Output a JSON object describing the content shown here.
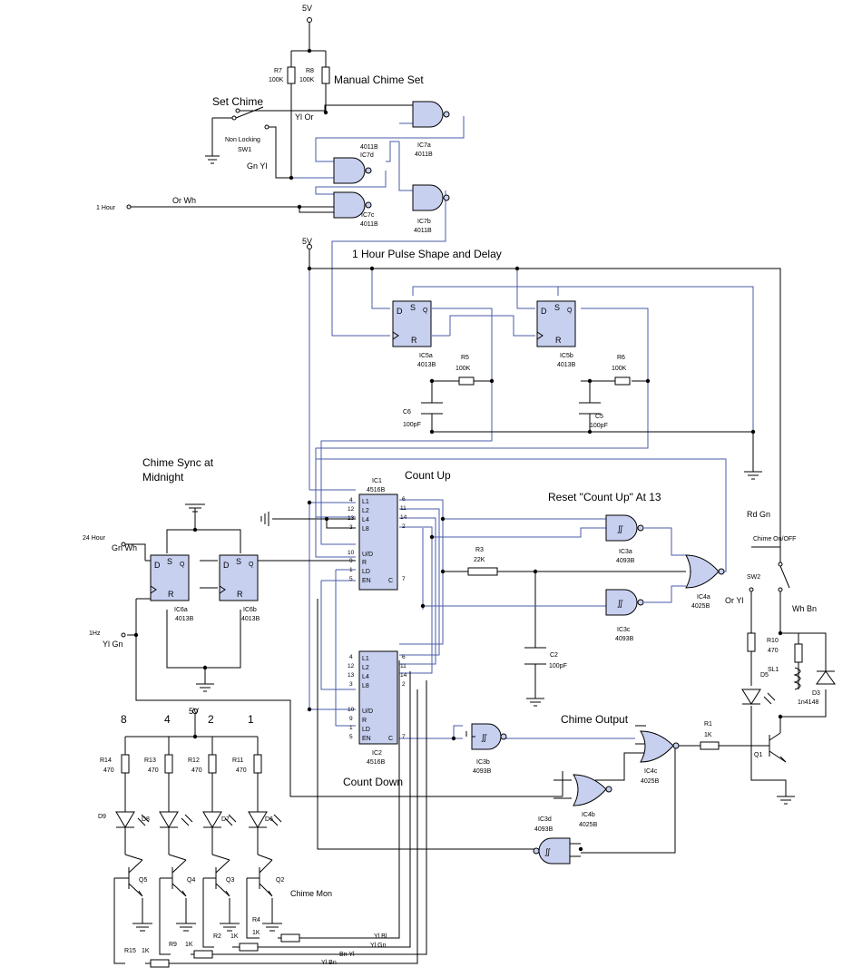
{
  "headings": {
    "manual_chime_set": "Manual Chime Set",
    "set_chime": "Set Chime",
    "pulse_shape": "1 Hour Pulse Shape and Delay",
    "chime_sync_1": "Chime Sync at",
    "chime_sync_2": "Midnight",
    "count_up": "Count Up",
    "reset_count_up": "Reset \"Count Up\" At 13",
    "count_down": "Count Down",
    "chime_output": "Chime Output",
    "chime_mon": "Chime Mon"
  },
  "supplies": {
    "v_top": "5V",
    "v_mid": "5V",
    "v_leds": "5V"
  },
  "inputs": {
    "one_hour": "1 Hour",
    "one_hour_wire": "Or Wh",
    "twenty_four_hour": "24 Hour",
    "twenty_four_wire": "Gn Wh",
    "one_hz": "1Hz",
    "one_hz_wire": "Yl Gn"
  },
  "wire_labels": {
    "yl_or": "Yl Or",
    "gn_yl": "Gn Yl",
    "rd_gn": "Rd Gn",
    "or_yl": "Or Yl",
    "wh_bn": "Wh Bn",
    "yl_bl": "Yl Bl",
    "yl_gn2": "Yl Gn",
    "bn_yl": "Bn  Yl",
    "yl_bn": "Yl Bn"
  },
  "switches": {
    "sw1_a": "Non Locking",
    "sw1_b": "SW1",
    "sw2_title": "Chime On/OFF",
    "sw2": "SW2"
  },
  "chips": {
    "ic7a": {
      "name": "IC7a",
      "part": "4011B"
    },
    "ic7d": {
      "name": "IC7d",
      "part": "4011B"
    },
    "ic7c": {
      "name": "IC7c",
      "part": "4011B"
    },
    "ic7b": {
      "name": "IC7b",
      "part": "4011B"
    },
    "ic5a": {
      "name": "IC5a",
      "part": "4013B"
    },
    "ic5b": {
      "name": "IC5b",
      "part": "4013B"
    },
    "ic1": {
      "name": "IC1",
      "part": "4516B"
    },
    "ic2": {
      "name": "IC2",
      "part": "4516B"
    },
    "ic6a": {
      "name": "IC6a",
      "part": "4013B"
    },
    "ic6b": {
      "name": "IC6b",
      "part": "4013B"
    },
    "ic3a": {
      "name": "IC3a",
      "part": "4093B"
    },
    "ic3b": {
      "name": "IC3b",
      "part": "4093B"
    },
    "ic3c": {
      "name": "IC3c",
      "part": "4093B"
    },
    "ic3d": {
      "name": "IC3d",
      "part": "4093B"
    },
    "ic4a": {
      "name": "IC4a",
      "part": "4025B"
    },
    "ic4b": {
      "name": "IC4b",
      "part": "4025B"
    },
    "ic4c": {
      "name": "IC4c",
      "part": "4025B"
    }
  },
  "components": {
    "r7": {
      "name": "R7",
      "value": "100K"
    },
    "r8": {
      "name": "R8",
      "value": "100K"
    },
    "r5": {
      "name": "R5",
      "value": "100K"
    },
    "r6": {
      "name": "R6",
      "value": "100K"
    },
    "r3": {
      "name": "R3",
      "value": "22K"
    },
    "r1": {
      "name": "R1",
      "value": "1K"
    },
    "r10": {
      "name": "R10",
      "value": "470"
    },
    "r11": {
      "name": "R11",
      "value": "470"
    },
    "r12": {
      "name": "R12",
      "value": "470"
    },
    "r13": {
      "name": "R13",
      "value": "470"
    },
    "r14": {
      "name": "R14",
      "value": "470"
    },
    "r2": {
      "name": "R2",
      "value": "1K"
    },
    "r4": {
      "name": "R4",
      "value": "1K"
    },
    "r9": {
      "name": "R9",
      "value": "1K"
    },
    "r15": {
      "name": "R15",
      "value": "1K"
    },
    "c6": {
      "name": "C6",
      "value": "100pF"
    },
    "c5": {
      "name": "C5",
      "value": "100pF"
    },
    "c2": {
      "name": "C2",
      "value": "100pF"
    },
    "d3": {
      "name": "D3",
      "value": "1n4148"
    },
    "d5": "D5",
    "d6": "D6",
    "d7": "D7",
    "d8": "D8",
    "d9": "D9",
    "sl1": "SL1",
    "q1": "Q1",
    "q2": "Q2",
    "q3": "Q3",
    "q4": "Q4",
    "q5": "Q5"
  },
  "bit_labels": [
    "8",
    "4",
    "2",
    "1"
  ],
  "counter_pins_left": [
    "L1",
    "L2",
    "L4",
    "L8",
    "U/D",
    "R",
    "LD",
    "EN"
  ],
  "counter_pin_nums_left": [
    "4",
    "12",
    "13",
    "3",
    "10",
    "9",
    "1",
    "5"
  ],
  "counter_pin_nums_right": [
    "6",
    "11",
    "14",
    "2",
    "7"
  ],
  "counter_pins_right_clk": "C",
  "ff_pins": {
    "d": "D",
    "s": "S",
    "r": "R",
    "q": "Q"
  }
}
